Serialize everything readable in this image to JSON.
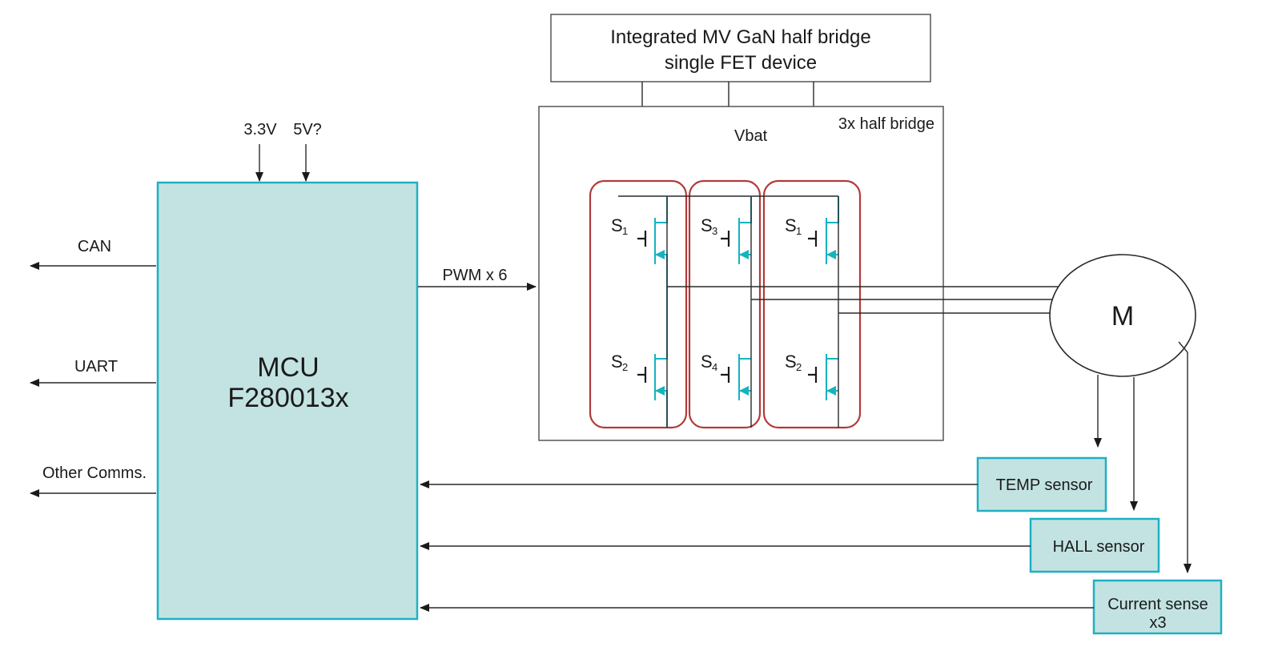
{
  "gan_device": {
    "line1": "Integrated MV GaN half bridge",
    "line2": "single FET device"
  },
  "half_bridge_block": {
    "label": "3x half bridge",
    "vbat": "Vbat"
  },
  "legs": [
    {
      "high": {
        "letter": "S",
        "sub": "1"
      },
      "low": {
        "letter": "S",
        "sub": "2"
      }
    },
    {
      "high": {
        "letter": "S",
        "sub": "3"
      },
      "low": {
        "letter": "S",
        "sub": "4"
      }
    },
    {
      "high": {
        "letter": "S",
        "sub": "1"
      },
      "low": {
        "letter": "S",
        "sub": "2"
      }
    }
  ],
  "mcu": {
    "line1": "MCU",
    "line2": "F280013x"
  },
  "supplies": {
    "v1": "3.3V",
    "v2": "5V?"
  },
  "comms": {
    "can": "CAN",
    "uart": "UART",
    "other": "Other Comms."
  },
  "pwm": "PWM x 6",
  "motor": "M",
  "sensors": {
    "temp": "TEMP sensor",
    "hall": "HALL sensor",
    "current_line1": "Current sense",
    "current_line2": "x3"
  },
  "colors": {
    "mcu_fill": "#c3e3e2",
    "mcu_border": "#1fb0c3",
    "fet": "#15b3c2",
    "red_outline": "#b23a3a"
  }
}
